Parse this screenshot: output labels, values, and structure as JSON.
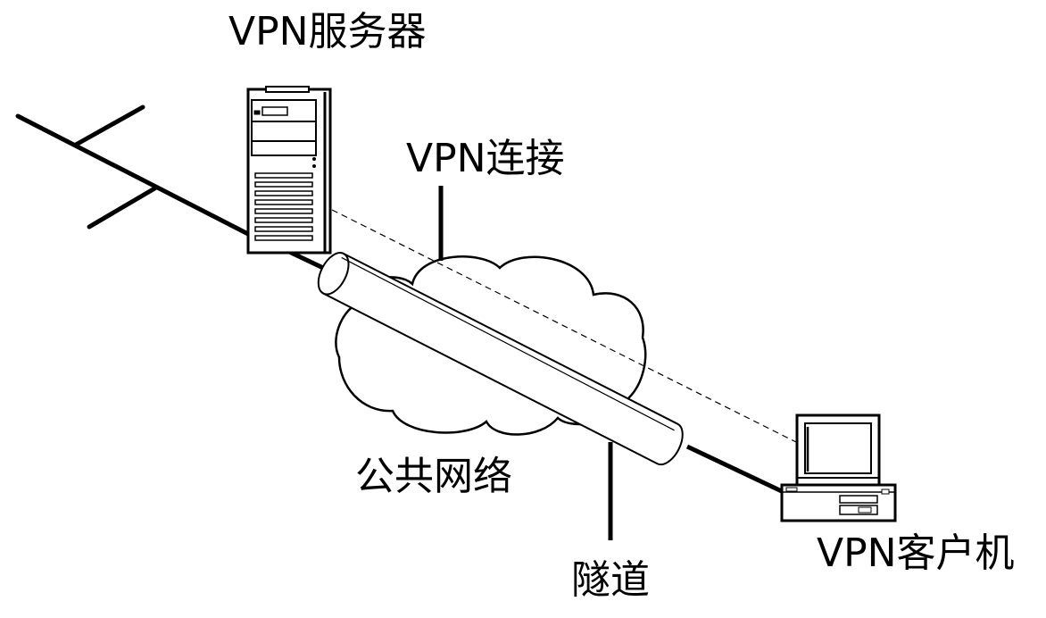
{
  "labels": {
    "vpn_server": "VPN服务器",
    "vpn_connection": "VPN连接",
    "public_network": "公共网络",
    "tunnel": "隧道",
    "vpn_client": "VPN客户机"
  },
  "colors": {
    "stroke": "#000000",
    "background": "#ffffff"
  },
  "icons": {
    "server": "server-tower-icon",
    "client": "desktop-computer-icon",
    "network": "cloud-icon"
  }
}
